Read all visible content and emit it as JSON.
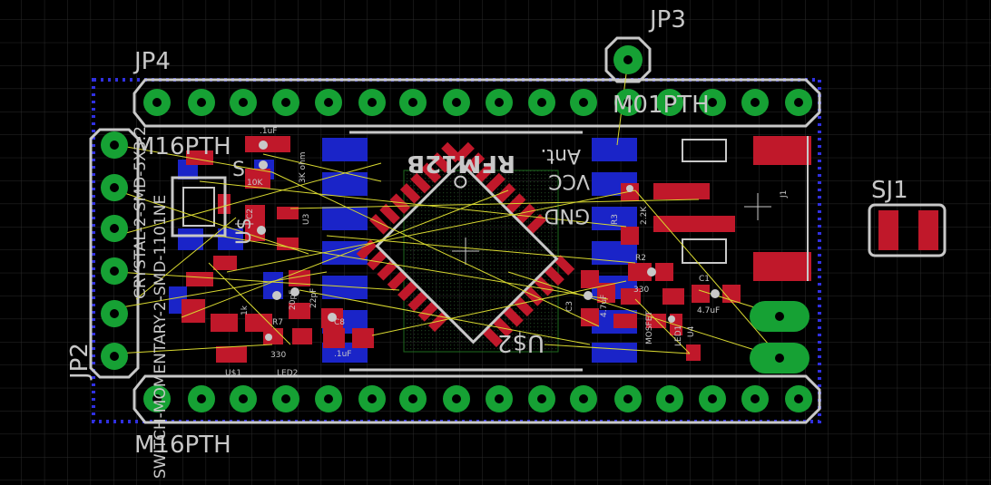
{
  "colors": {
    "background": "#000000",
    "grid": "#2a2a2a",
    "pad_ring": "#16a134",
    "pad_ring_dark": "#0f7a24",
    "top_copper": "#c0182a",
    "bottom_copper": "#1a24c8",
    "silkscreen": "#c8c8c8",
    "airwire": "#d8d830",
    "outline_dots": "#3030e0",
    "gold_text": "#b07828"
  },
  "labels": {
    "jp4": "JP4",
    "jp3": "JP3",
    "jp2": "JP2",
    "sj1": "SJ1",
    "m01pth": "M01PTH",
    "m16pth_top": "M16PTH",
    "m16pth_bottom": "M16PTH",
    "crystal_part": "CRYSTAL-2-SMD-5X3.2",
    "switch_part": "SWITCH-MOMENTARY-2-SMD-1101NE",
    "rfm12b": "RFM12B",
    "ant": "Ant.",
    "vcc": "VCC",
    "gnd": "GND",
    "us2": "U$2",
    "us1": "U$1",
    "c1": "C1",
    "c2": "C2",
    "c3": "C3",
    "c8": "C8",
    "r2": "R2",
    "r3": "R3",
    "r7": "R7",
    "u3": "U3",
    "u4": "U4",
    "j1": "J1",
    "led1": "LED1",
    "led2": "LED2",
    "cap_01uf_a": ".1uF",
    "cap_01uf_b": ".1uF",
    "cap_47uf_a": "4.7uF",
    "cap_47uf_b": "4.7uF",
    "cap_22pf": "22pF",
    "res_10k": "10K",
    "res_330_a": "330",
    "res_330_b": "330",
    "res_2k": "2.2K",
    "res_1k": "1k",
    "res_ohm": "3K ohm",
    "cap_small": "20pF",
    "mosfet": "MOSFET",
    "frag_s": "S",
    "frag_us": "U$"
  }
}
